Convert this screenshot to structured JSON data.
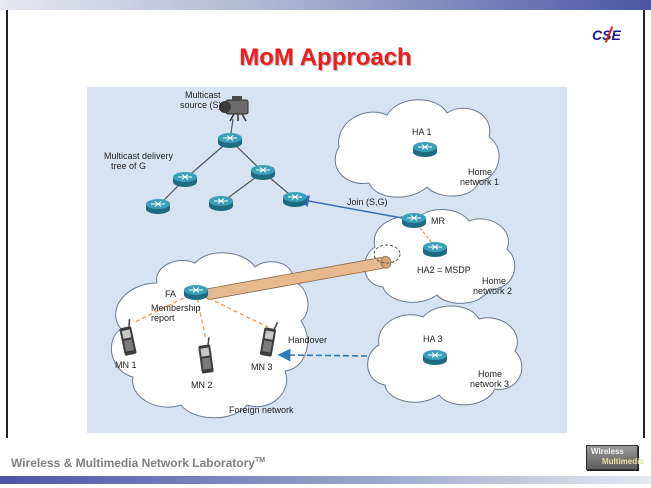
{
  "slide": {
    "title": "MoM Approach",
    "logo_text": "CSE",
    "footer": "Wireless & Multimedia Network Laboratory",
    "footer_tm": "TM",
    "footer_logo_line1": "Wireless",
    "footer_logo_line2": "Multimedia"
  },
  "diagram": {
    "multicast_source": [
      "Multicast",
      "source (S)"
    ],
    "delivery_tree": [
      "Multicast delivery",
      "tree of G"
    ],
    "join_label": "Join (S,G)",
    "ha1": "HA 1",
    "home1": [
      "Home",
      "network 1"
    ],
    "mr": "MR",
    "ha2": "HA2 = MSDP",
    "home2": [
      "Home",
      "network 2"
    ],
    "fa": "FA",
    "membership": [
      "Membership",
      "report"
    ],
    "handover": "Handover",
    "ha3": "HA 3",
    "home3": [
      "Home",
      "network 3"
    ],
    "mn1": "MN 1",
    "mn2": "MN 2",
    "mn3": "MN 3",
    "foreign": "Foreign network"
  },
  "colors": {
    "title": "#ee1c1c",
    "diagram_bg": "#d8e3f1",
    "router": "#2f8ea6",
    "tunnel": "#e8b88e",
    "join_arrow": "#3b6eb5",
    "handover_arrow": "#2b7bb9",
    "membership_lines": "#e39a55"
  }
}
